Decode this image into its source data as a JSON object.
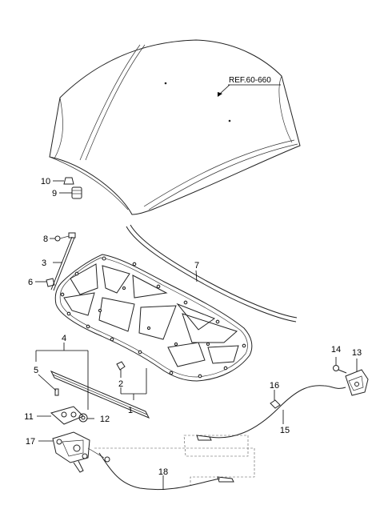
{
  "diagram": {
    "reference_label": "REF.60-660",
    "callouts": {
      "p1": "1",
      "p2": "2",
      "p3": "3",
      "p4": "4",
      "p5": "5",
      "p6": "6",
      "p7": "7",
      "p8": "8",
      "p9": "9",
      "p10": "10",
      "p11": "11",
      "p12": "12",
      "p13": "13",
      "p14": "14",
      "p15": "15",
      "p16": "16",
      "p17": "17",
      "p18": "18"
    }
  },
  "colors": {
    "line": "#222222",
    "background": "#ffffff"
  }
}
